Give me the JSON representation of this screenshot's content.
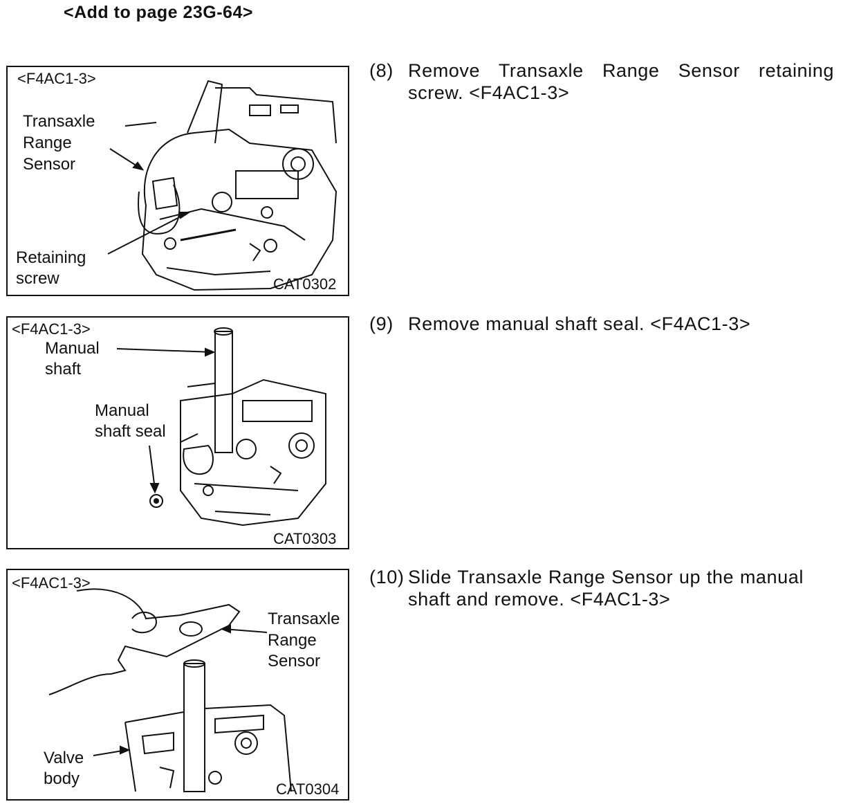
{
  "header": "<Add to page 23G-64>",
  "figures": [
    {
      "model": "<F4AC1-3>",
      "code": "CAT0302",
      "labels": [
        "Transaxle",
        "Range",
        "Sensor",
        "Retaining",
        "screw"
      ]
    },
    {
      "model": "<F4AC1-3>",
      "code": "CAT0303",
      "labels": [
        "Manual",
        "shaft",
        "Manual",
        "shaft seal"
      ]
    },
    {
      "model": "<F4AC1-3>",
      "code": "CAT0304",
      "labels": [
        "Transaxle",
        "Range",
        "Sensor",
        "Valve",
        "body"
      ]
    }
  ],
  "steps": [
    {
      "num": "(8)",
      "text": "Remove Transaxle Range Sensor retaining screw. <F4AC1-3>"
    },
    {
      "num": "(9)",
      "text": "Remove manual shaft seal. <F4AC1-3>"
    },
    {
      "num": "(10)",
      "text": "Slide Transaxle Range Sensor up the manual shaft and remove. <F4AC1-3>"
    }
  ]
}
